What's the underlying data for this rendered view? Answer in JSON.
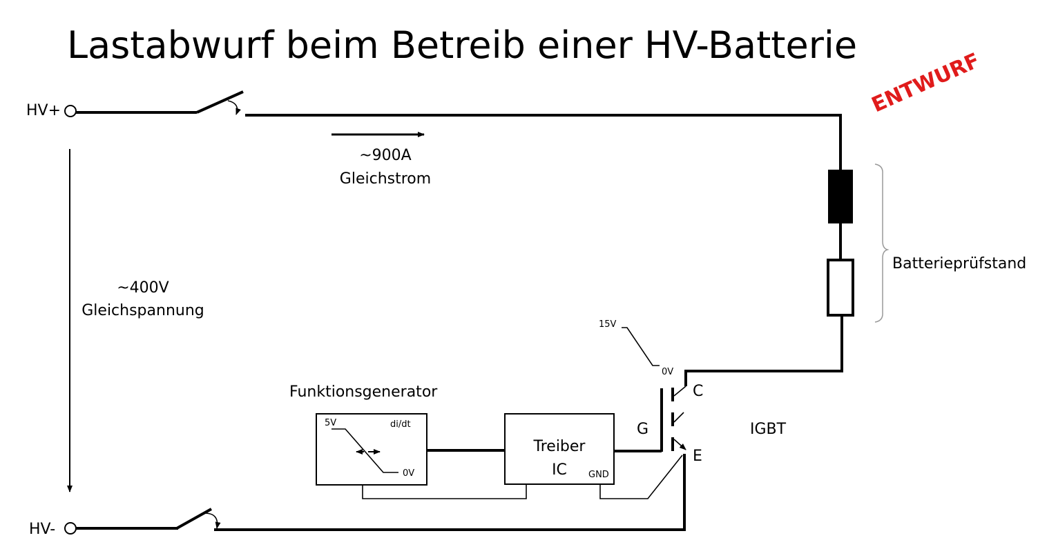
{
  "title": "Lastabwurf beim Betreib einer HV-Batterie",
  "stamp": "ENTWURF",
  "terminals": {
    "hv_plus": "HV+",
    "hv_minus": "HV-"
  },
  "current": {
    "value": "~900A",
    "kind": "Gleichstrom"
  },
  "voltage": {
    "value": "~400V",
    "kind": "Gleichspannung"
  },
  "test_stand": "Batterieprüfstand",
  "function_generator": {
    "label": "Funktionsgenerator",
    "high": "5V",
    "low": "0V",
    "slope": "di/dt"
  },
  "driver": {
    "line1": "Treiber",
    "line2": "IC",
    "ground": "GND"
  },
  "gate_signal": {
    "high": "15V",
    "low": "0V"
  },
  "igbt": {
    "label": "IGBT",
    "collector": "C",
    "gate": "G",
    "emitter": "E"
  },
  "colors": {
    "stamp": "#e01b1b",
    "wire": "#000000",
    "bracket": "#999999"
  }
}
